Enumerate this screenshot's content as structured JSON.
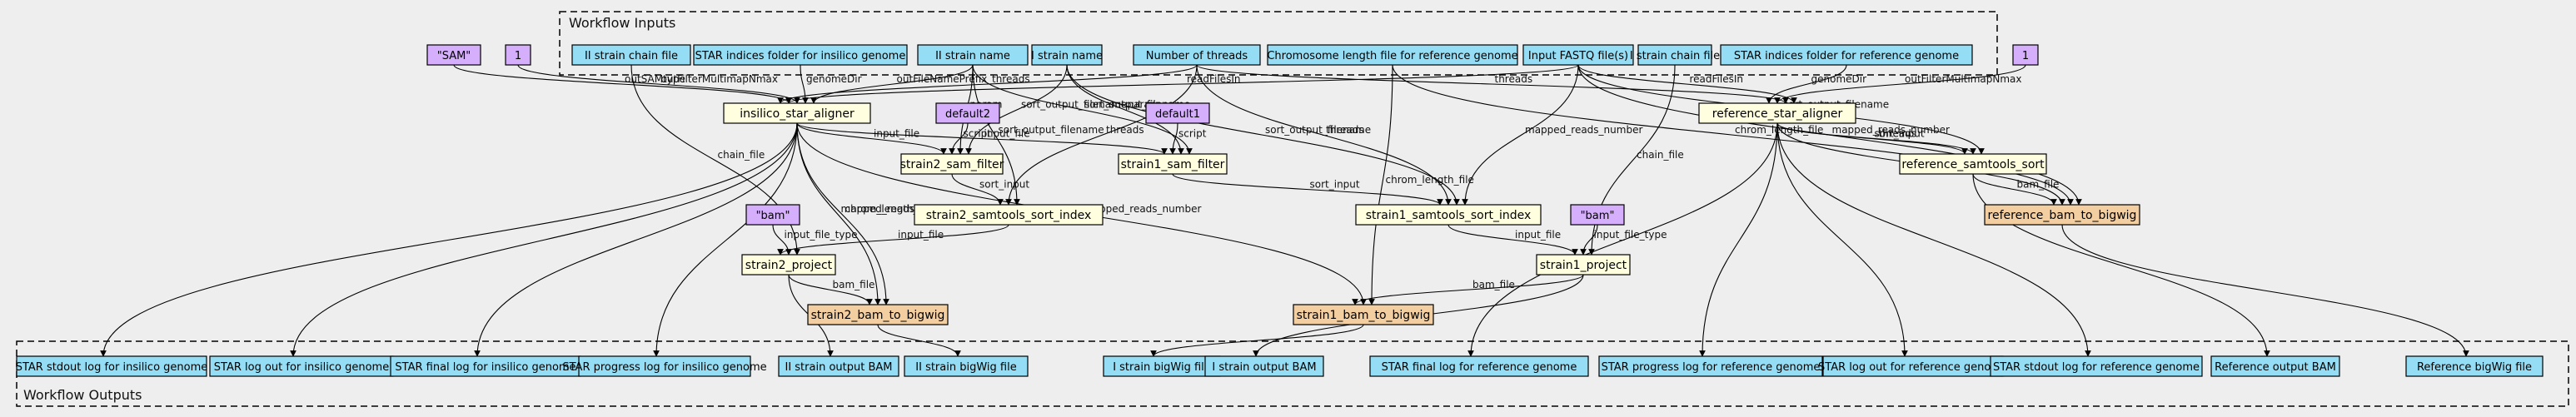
{
  "colors": {
    "background": "#eeeeee",
    "input": "#94ddf4",
    "output": "#94ddf4",
    "step": "#ffffe0",
    "tool_to_bigwig": "#f3cea1",
    "default_value": "#d5aefc",
    "edge": "#000000"
  },
  "clusters": {
    "inputs": "Workflow Inputs",
    "outputs": "Workflow Outputs"
  },
  "nodes": [
    {
      "id": "ii_chain",
      "label": "II strain chain file",
      "kind": "input"
    },
    {
      "id": "star_idx_insilico",
      "label": "STAR indices folder for insilico genome",
      "kind": "input"
    },
    {
      "id": "ii_name",
      "label": "II strain name",
      "kind": "input"
    },
    {
      "id": "i_name",
      "label": "I strain name",
      "kind": "input"
    },
    {
      "id": "threads",
      "label": "Number of threads",
      "kind": "input"
    },
    {
      "id": "chrom_len",
      "label": "Chromosome length file for reference genome",
      "kind": "input"
    },
    {
      "id": "fastq",
      "label": "Input FASTQ file(s)",
      "kind": "input"
    },
    {
      "id": "i_chain",
      "label": "I strain chain file",
      "kind": "input"
    },
    {
      "id": "star_idx_ref",
      "label": "STAR indices folder for reference genome",
      "kind": "input"
    },
    {
      "id": "sam_default",
      "label": "\"SAM\"",
      "kind": "default"
    },
    {
      "id": "one_a",
      "label": "1",
      "kind": "default"
    },
    {
      "id": "one_b",
      "label": "1",
      "kind": "default"
    },
    {
      "id": "default2",
      "label": "default2",
      "kind": "default"
    },
    {
      "id": "default1",
      "label": "default1",
      "kind": "default"
    },
    {
      "id": "bam_a",
      "label": "\"bam\"",
      "kind": "default"
    },
    {
      "id": "bam_b",
      "label": "\"bam\"",
      "kind": "default"
    },
    {
      "id": "insilico",
      "label": "insilico_star_aligner",
      "kind": "step"
    },
    {
      "id": "reference",
      "label": "reference_star_aligner",
      "kind": "step"
    },
    {
      "id": "s2_filter",
      "label": "strain2_sam_filter",
      "kind": "step"
    },
    {
      "id": "s1_filter",
      "label": "strain1_sam_filter",
      "kind": "step"
    },
    {
      "id": "ref_sort",
      "label": "reference_samtools_sort",
      "kind": "step"
    },
    {
      "id": "s2_sort",
      "label": "strain2_samtools_sort_index",
      "kind": "step"
    },
    {
      "id": "s1_sort",
      "label": "strain1_samtools_sort_index",
      "kind": "step"
    },
    {
      "id": "ref_bw",
      "label": "reference_bam_to_bigwig",
      "kind": "bigwig"
    },
    {
      "id": "s2_project",
      "label": "strain2_project",
      "kind": "step"
    },
    {
      "id": "s1_project",
      "label": "strain1_project",
      "kind": "step"
    },
    {
      "id": "s2_bw",
      "label": "strain2_bam_to_bigwig",
      "kind": "bigwig"
    },
    {
      "id": "s1_bw",
      "label": "strain1_bam_to_bigwig",
      "kind": "bigwig"
    },
    {
      "id": "o1",
      "label": "STAR stdout log for insilico genome",
      "kind": "output"
    },
    {
      "id": "o2",
      "label": "STAR log out for insilico genome",
      "kind": "output"
    },
    {
      "id": "o3",
      "label": "STAR final log for insilico genome",
      "kind": "output"
    },
    {
      "id": "o4",
      "label": "STAR progress log for insilico genome",
      "kind": "output"
    },
    {
      "id": "o5",
      "label": "II strain output BAM",
      "kind": "output"
    },
    {
      "id": "o6",
      "label": "II strain bigWig file",
      "kind": "output"
    },
    {
      "id": "o7",
      "label": "I strain bigWig file",
      "kind": "output"
    },
    {
      "id": "o8",
      "label": "I strain output BAM",
      "kind": "output"
    },
    {
      "id": "o9",
      "label": "STAR final log for reference genome",
      "kind": "output"
    },
    {
      "id": "o10",
      "label": "STAR progress log for reference genome",
      "kind": "output"
    },
    {
      "id": "o11",
      "label": "STAR log out for reference genome",
      "kind": "output"
    },
    {
      "id": "o12",
      "label": "STAR stdout log for reference genome",
      "kind": "output"
    },
    {
      "id": "o13",
      "label": "Reference output BAM",
      "kind": "output"
    },
    {
      "id": "o14",
      "label": "Reference bigWig file",
      "kind": "output"
    }
  ],
  "edges": [
    {
      "from": "sam_default",
      "to": "insilico",
      "label": "outSAMtype"
    },
    {
      "from": "one_a",
      "to": "insilico",
      "label": "outFilterMultimapNmax"
    },
    {
      "from": "star_idx_insilico",
      "to": "insilico",
      "label": "genomeDir"
    },
    {
      "from": "ii_name",
      "to": "insilico",
      "label": "outFileNamePrefix"
    },
    {
      "from": "threads",
      "to": "insilico",
      "label": "threads"
    },
    {
      "from": "fastq",
      "to": "insilico",
      "label": "readFilesIn"
    },
    {
      "from": "star_idx_ref",
      "to": "reference",
      "label": "genomeDir"
    },
    {
      "from": "one_b",
      "to": "reference",
      "label": "outFilterMultimapNmax"
    },
    {
      "from": "threads",
      "to": "reference",
      "label": "threads"
    },
    {
      "from": "fastq",
      "to": "reference",
      "label": "readFilesIn"
    },
    {
      "from": "insilico",
      "to": "s2_filter",
      "label": "input_file"
    },
    {
      "from": "default2",
      "to": "s2_filter",
      "label": "script"
    },
    {
      "from": "ii_name",
      "to": "s2_filter",
      "label": "param"
    },
    {
      "from": "i_name",
      "to": "s2_filter",
      "label": "sort_output_filename"
    },
    {
      "from": "insilico",
      "to": "s1_filter",
      "label": "input_file"
    },
    {
      "from": "default1",
      "to": "s1_filter",
      "label": "script"
    },
    {
      "from": "i_name",
      "to": "s1_filter",
      "label": "param"
    },
    {
      "from": "ii_name",
      "to": "s1_filter",
      "label": "sort_output_filename"
    },
    {
      "from": "reference",
      "to": "ref_sort",
      "label": "sort_input"
    },
    {
      "from": "reference",
      "to": "ref_sort",
      "label": "threads"
    },
    {
      "from": "fastq",
      "to": "ref_sort",
      "label": "sort_output_filename"
    },
    {
      "from": "s2_filter",
      "to": "s2_sort",
      "label": "sort_input"
    },
    {
      "from": "threads",
      "to": "s2_sort",
      "label": "threads"
    },
    {
      "from": "ii_name",
      "to": "s2_sort",
      "label": "sort_output_filename"
    },
    {
      "from": "s1_filter",
      "to": "s1_sort",
      "label": "sort_input"
    },
    {
      "from": "threads",
      "to": "s1_sort",
      "label": "threads"
    },
    {
      "from": "i_name",
      "to": "s1_sort",
      "label": "sort_output_filename"
    },
    {
      "from": "ref_sort",
      "to": "ref_bw",
      "label": "bam_file"
    },
    {
      "from": "reference",
      "to": "ref_bw",
      "label": "mapped_reads_number"
    },
    {
      "from": "chrom_len",
      "to": "ref_bw",
      "label": "chrom_length_file"
    },
    {
      "from": "fastq",
      "to": "ref_bw",
      "label": "mapped_reads_number"
    },
    {
      "from": "s2_sort",
      "to": "s2_project",
      "label": "input_file"
    },
    {
      "from": "bam_a",
      "to": "s2_project",
      "label": "input_file_type"
    },
    {
      "from": "ii_chain",
      "to": "s2_project",
      "label": "chain_file"
    },
    {
      "from": "s1_sort",
      "to": "s1_project",
      "label": "input_file"
    },
    {
      "from": "bam_b",
      "to": "s1_project",
      "label": "input_file_type"
    },
    {
      "from": "i_chain",
      "to": "s1_project",
      "label": "chain_file"
    },
    {
      "from": "s2_project",
      "to": "s2_bw",
      "label": "bam_file"
    },
    {
      "from": "insilico",
      "to": "s2_bw",
      "label": "mapped_reads_number"
    },
    {
      "from": "insilico",
      "to": "s2_bw",
      "label": "chrom_length_file"
    },
    {
      "from": "s1_project",
      "to": "s1_bw",
      "label": "bam_file"
    },
    {
      "from": "insilico",
      "to": "s1_bw",
      "label": "mapped_reads_number"
    },
    {
      "from": "chrom_len",
      "to": "s1_bw",
      "label": "chrom_length_file"
    },
    {
      "from": "fastq",
      "to": "s1_sort",
      "label": "mapped_reads_number"
    },
    {
      "from": "insilico",
      "to": "o1",
      "label": ""
    },
    {
      "from": "insilico",
      "to": "o2",
      "label": ""
    },
    {
      "from": "insilico",
      "to": "o3",
      "label": ""
    },
    {
      "from": "insilico",
      "to": "o4",
      "label": ""
    },
    {
      "from": "s2_project",
      "to": "o5",
      "label": ""
    },
    {
      "from": "s2_bw",
      "to": "o6",
      "label": ""
    },
    {
      "from": "s1_bw",
      "to": "o7",
      "label": ""
    },
    {
      "from": "s1_project",
      "to": "o8",
      "label": ""
    },
    {
      "from": "reference",
      "to": "o9",
      "label": ""
    },
    {
      "from": "reference",
      "to": "o10",
      "label": ""
    },
    {
      "from": "reference",
      "to": "o11",
      "label": ""
    },
    {
      "from": "reference",
      "to": "o12",
      "label": ""
    },
    {
      "from": "ref_sort",
      "to": "o13",
      "label": ""
    },
    {
      "from": "ref_bw",
      "to": "o14",
      "label": ""
    }
  ]
}
